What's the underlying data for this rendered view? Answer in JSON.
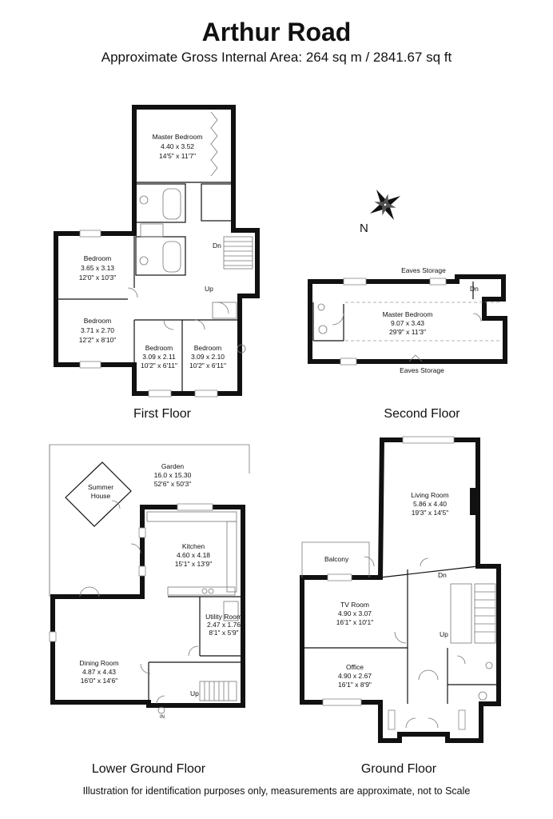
{
  "header": {
    "title": "Arthur Road",
    "subtitle": "Approximate Gross Internal Area: 264 sq m / 2841.67 sq ft"
  },
  "footer": {
    "disclaimer": "Illustration for identification purposes only, measurements are approximate, not to Scale"
  },
  "compass": {
    "label": "N"
  },
  "floors": {
    "first": {
      "label": "First Floor",
      "rooms": {
        "master_bedroom": {
          "name": "Master Bedroom",
          "metric": "4.40 x 3.52",
          "imperial": "14'5\" x 11'7\""
        },
        "bedroom_a": {
          "name": "Bedroom",
          "metric": "3.65 x 3.13",
          "imperial": "12'0\" x 10'3\""
        },
        "bedroom_b": {
          "name": "Bedroom",
          "metric": "3.71 x 2.70",
          "imperial": "12'2\" x 8'10\""
        },
        "bedroom_c": {
          "name": "Bedroom",
          "metric": "3.09 x 2.11",
          "imperial": "10'2\" x 6'11\""
        },
        "bedroom_d": {
          "name": "Bedroom",
          "metric": "3.09 x 2.10",
          "imperial": "10'2\" x 6'11\""
        }
      },
      "stairs": {
        "dn": "Dn",
        "up": "Up"
      }
    },
    "second": {
      "label": "Second Floor",
      "rooms": {
        "master_bedroom": {
          "name": "Master Bedroom",
          "metric": "9.07 x 3.43",
          "imperial": "29'9\" x 11'3\""
        }
      },
      "eaves_top": "Eaves Storage",
      "eaves_bottom": "Eaves Storage",
      "stairs": {
        "dn": "Dn"
      }
    },
    "lower_ground": {
      "label": "Lower Ground Floor",
      "rooms": {
        "garden": {
          "name": "Garden",
          "metric": "16.0 x 15.30",
          "imperial": "52'6\" x 50'3\""
        },
        "summer_house": {
          "name_line1": "Summer",
          "name_line2": "House"
        },
        "kitchen": {
          "name": "Kitchen",
          "metric": "4.60 x 4.18",
          "imperial": "15'1\" x 13'9\""
        },
        "utility": {
          "name": "Utility Room",
          "metric": "2.47 x 1.76",
          "imperial": "8'1\" x 5'9\""
        },
        "dining": {
          "name": "Dining Room",
          "metric": "4.87 x 4.43",
          "imperial": "16'0\" x 14'6\""
        }
      },
      "stairs": {
        "up": "Up"
      },
      "entrance": "IN"
    },
    "ground": {
      "label": "Ground Floor",
      "rooms": {
        "living": {
          "name": "Living Room",
          "metric": "5.86 x 4.40",
          "imperial": "19'3\" x 14'5\""
        },
        "balcony": {
          "name": "Balcony"
        },
        "tv": {
          "name": "TV Room",
          "metric": "4.90 x 3.07",
          "imperial": "16'1\" x 10'1\""
        },
        "office": {
          "name": "Office",
          "metric": "4.90 x 2.67",
          "imperial": "16'1\" x 8'9\""
        }
      },
      "stairs": {
        "dn": "Dn",
        "up": "Up"
      }
    }
  }
}
